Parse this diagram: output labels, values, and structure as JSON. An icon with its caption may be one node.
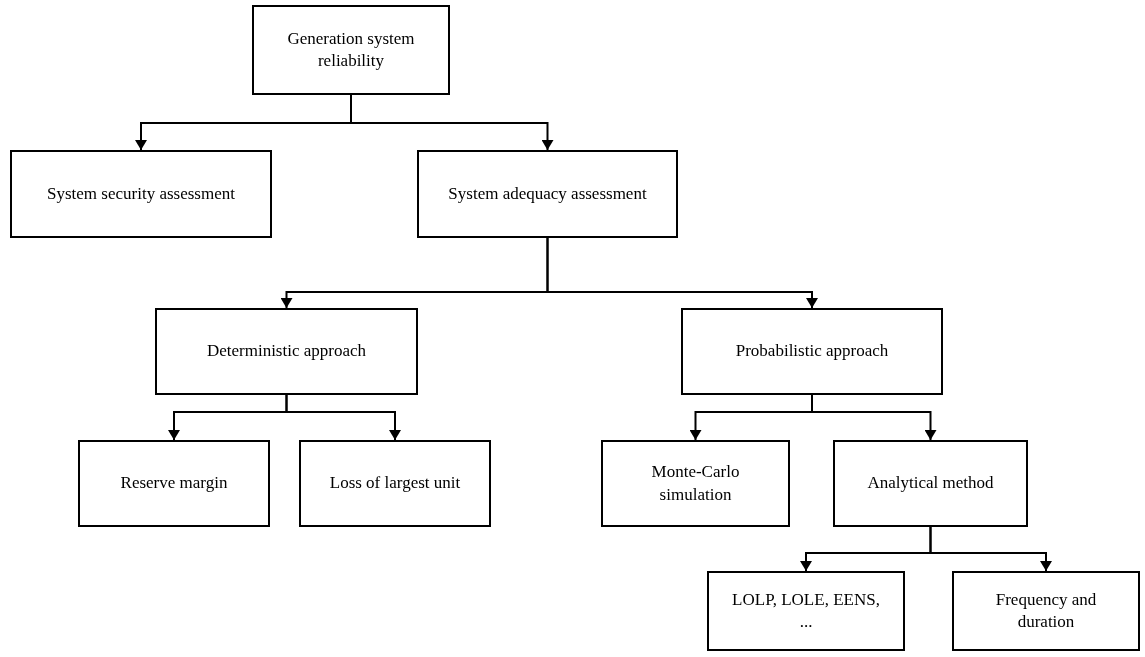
{
  "diagram": {
    "nodes": [
      {
        "text": [
          "Generation system reliability"
        ]
      },
      {
        "text": [
          "System security assessment"
        ]
      },
      {
        "text": [
          "System adequacy assessment"
        ]
      },
      {
        "text": [
          "Deterministic approach"
        ]
      },
      {
        "text": [
          "Probabilistic approach"
        ]
      },
      {
        "text": [
          "Reserve margin"
        ]
      },
      {
        "text": [
          "Loss of largest unit"
        ]
      },
      {
        "text": [
          "Monte-Carlo simulation"
        ]
      },
      {
        "text": [
          "Analytical method"
        ]
      },
      {
        "text": [
          "LOLP, LOLE, EENS, ..."
        ]
      },
      {
        "text": [
          "Frequency and duration"
        ]
      }
    ],
    "edges": [
      {
        "from": 0,
        "to": 1,
        "arrow": "to"
      },
      {
        "from": 0,
        "to": 2,
        "arrow": "to"
      },
      {
        "from": 2,
        "to": 3,
        "arrow": "to"
      },
      {
        "from": 2,
        "to": 4,
        "arrow": "to"
      },
      {
        "from": 3,
        "to": 5,
        "arrow": "to"
      },
      {
        "from": 3,
        "to": 6,
        "arrow": "to"
      },
      {
        "from": 4,
        "to": 7,
        "arrow": "to"
      },
      {
        "from": 4,
        "to": 8,
        "arrow": "to"
      },
      {
        "from": 8,
        "to": 9,
        "arrow": "to"
      },
      {
        "from": 8,
        "to": 10,
        "arrow": "to"
      }
    ]
  }
}
